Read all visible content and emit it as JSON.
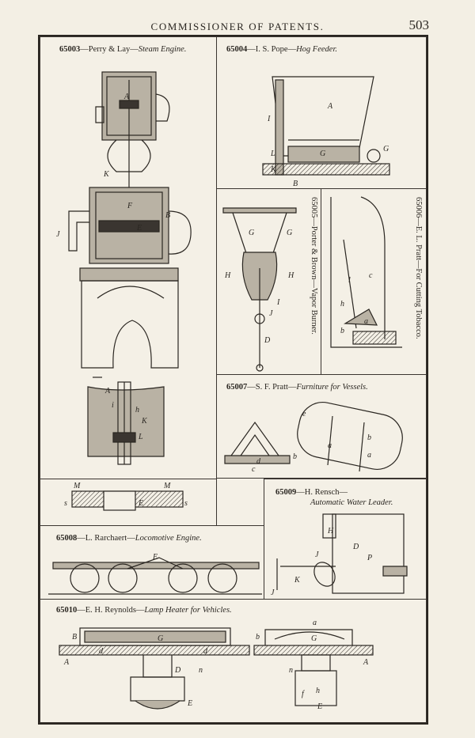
{
  "header": {
    "running_title": "COMMISSIONER OF PATENTS.",
    "page_number": "503"
  },
  "patents": [
    {
      "number": "65003",
      "inventor": "Perry & Lay",
      "title": "Steam Engine."
    },
    {
      "number": "65004",
      "inventor": "I. S. Pope",
      "title": "Hog Feeder."
    },
    {
      "number": "65005",
      "inventor": "Porter & Brown",
      "title": "Vapor Burner."
    },
    {
      "number": "65006",
      "inventor": "E. L. Pratt",
      "title": "For Cutting Tobacco."
    },
    {
      "number": "65007",
      "inventor": "S. F. Pratt",
      "title": "Furniture for Vessels."
    },
    {
      "number": "65008",
      "inventor": "L. Rarchaert",
      "title": "Locomotive Engine."
    },
    {
      "number": "65009",
      "inventor": "H. Rensch",
      "title": "Automatic Water Leader."
    },
    {
      "number": "65010",
      "inventor": "E. H. Reynolds",
      "title": "Lamp Heater for Vehicles."
    }
  ],
  "letter_labels": {
    "steam_engine": [
      "A",
      "B",
      "F",
      "K",
      "J",
      "E"
    ],
    "steam_engine_detail": [
      "A",
      "i",
      "h",
      "K",
      "L"
    ],
    "steam_engine_section": [
      "M",
      "M",
      "s",
      "s",
      "E"
    ],
    "hog_feeder": [
      "A",
      "I",
      "G",
      "G",
      "L",
      "K",
      "B"
    ],
    "vapor_burner": [
      "G",
      "G",
      "H",
      "H",
      "I",
      "J",
      "D"
    ],
    "cutting_tobacco": [
      "l",
      "h",
      "b",
      "a",
      "c"
    ],
    "furniture_vessels": [
      "a",
      "a",
      "b",
      "c",
      "d",
      "e",
      "b"
    ],
    "locomotive": [
      "E"
    ],
    "water_leader": [
      "H",
      "J",
      "D",
      "P",
      "K",
      "J"
    ],
    "lamp_heater": [
      "B",
      "G",
      "A",
      "d",
      "d",
      "D",
      "n",
      "E",
      "b",
      "G",
      "a",
      "A",
      "n",
      "f",
      "h",
      "E"
    ]
  },
  "connector_labels": {
    "dash": "—"
  }
}
